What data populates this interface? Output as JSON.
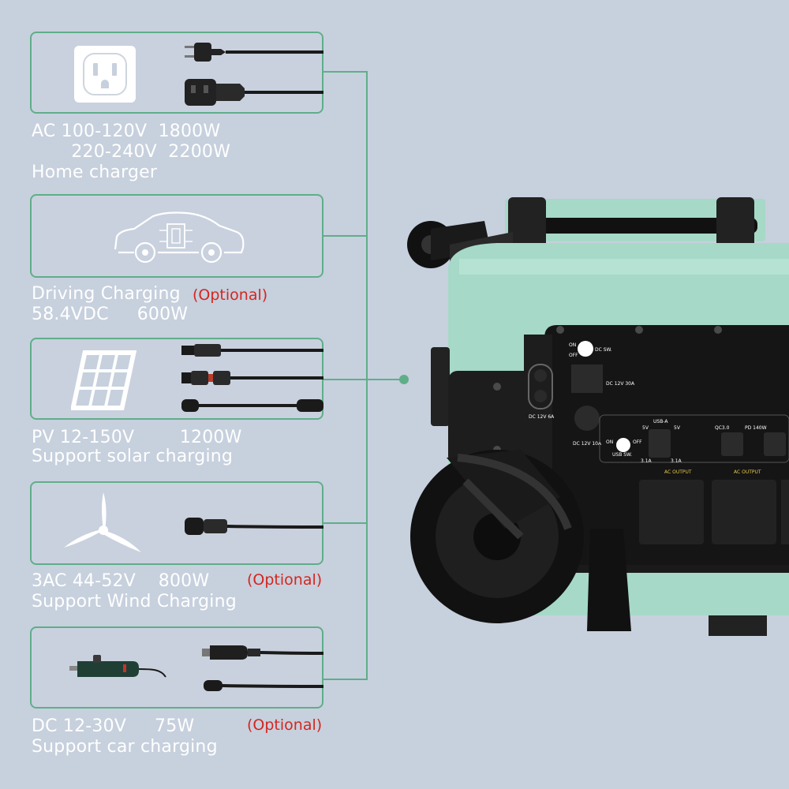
{
  "colors": {
    "background": "#c7d0dd",
    "accent_line": "#5fae8a",
    "optional_red": "#d4261f",
    "device_body": "#a6d9c7",
    "device_dark": "#1a1a1a"
  },
  "sections": [
    {
      "id": "ac",
      "icon": "outlet-icon",
      "lines": [
        "AC 100-120V  1800W",
        "       220-240V  2200W",
        "Home charger"
      ]
    },
    {
      "id": "driving",
      "icon": "car-icon",
      "lines": [
        "Driving Charging",
        "58.4VDC     600W"
      ],
      "optional": "(Optional)"
    },
    {
      "id": "pv",
      "icon": "solar-panel-icon",
      "lines": [
        "PV 12-150V        1200W",
        "Support solar charging"
      ]
    },
    {
      "id": "wind",
      "icon": "wind-turbine-icon",
      "lines": [
        "3AC 44-52V    800W",
        "Support Wind Charging"
      ],
      "optional": "(Optional)"
    },
    {
      "id": "dc",
      "icon": "car-charger-icon",
      "lines": [
        "DC 12-30V     75W",
        "Support car charging"
      ],
      "optional": "(Optional)"
    }
  ],
  "device_panel": {
    "on": "ON",
    "off": "OFF",
    "dc_sw": "DC SW.",
    "dc_12v_30a": "DC 12V 30A",
    "dc_12v_6a": "DC 12V 6A",
    "dc_12v_10a": "DC 12V 10A",
    "usb_a": "USB-A",
    "v5_left": "5V",
    "v5_right": "5V",
    "a31_left": "3.1A",
    "a31_right": "3.1A",
    "usb_sw": "USB SW.",
    "qc": "QC3.0",
    "pd": "PD 140W",
    "ac_output_1": "AC OUTPUT",
    "ac_output_2": "AC OUTPUT"
  }
}
